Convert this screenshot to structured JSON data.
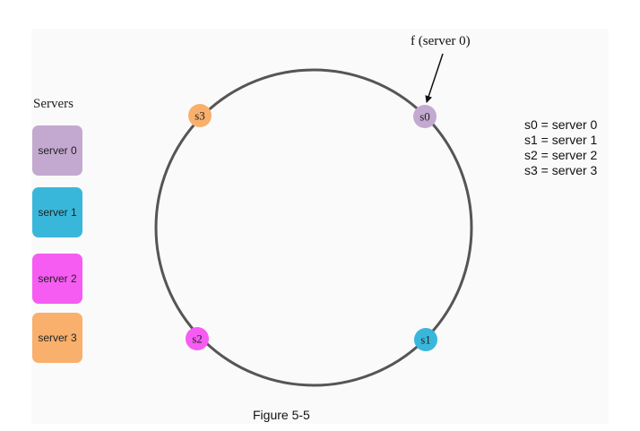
{
  "servers_title": "Servers",
  "servers": [
    {
      "label": "server 0",
      "color": "#c3a9cf"
    },
    {
      "label": "server 1",
      "color": "#39b7db"
    },
    {
      "label": "server 2",
      "color": "#f65cf2"
    },
    {
      "label": "server 3",
      "color": "#f8b06c"
    }
  ],
  "nodes": [
    {
      "label": "s0",
      "color": "#c3a9cf"
    },
    {
      "label": "s1",
      "color": "#39b7db"
    },
    {
      "label": "s2",
      "color": "#f65cf2"
    },
    {
      "label": "s3",
      "color": "#f8b06c"
    }
  ],
  "annotation": "f (server 0)",
  "legend": [
    "s0 = server 0",
    "s1 = server 1",
    "s2 = server 2",
    "s3 = server 3"
  ],
  "caption": "Figure 5-5",
  "ring_color": "#555555"
}
